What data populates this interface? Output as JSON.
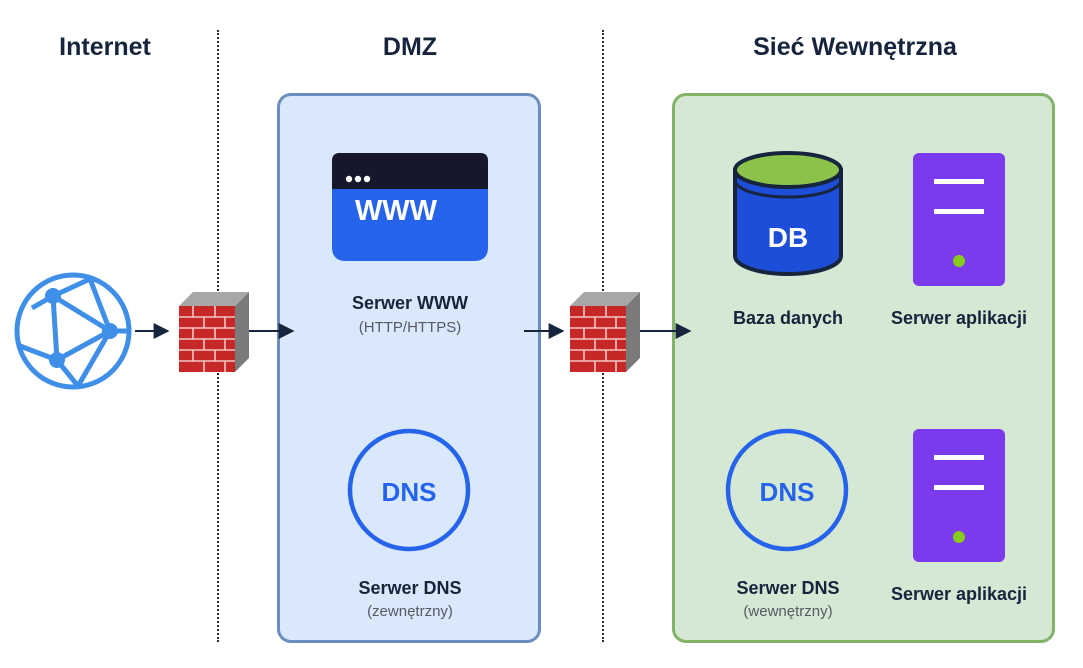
{
  "zones": {
    "internet": {
      "title": "Internet"
    },
    "dmz": {
      "title": "DMZ",
      "fill": "#dae8fc",
      "border": "#6c8ebf"
    },
    "internal": {
      "title": "Sieć Wewnętrzna",
      "fill": "#d5e8d4",
      "border": "#82b366"
    }
  },
  "nodes": {
    "web_server": {
      "label": "Serwer WWW",
      "sublabel": "(HTTP/HTTPS)",
      "icon_text": "WWW"
    },
    "dns_external": {
      "label": "Serwer DNS",
      "sublabel": "(zewnętrzny)",
      "icon_text": "DNS"
    },
    "database": {
      "label": "Baza danych",
      "icon_text": "DB"
    },
    "app_server_1": {
      "label": "Serwer aplikacji"
    },
    "dns_internal": {
      "label": "Serwer DNS",
      "sublabel": "(wewnętrzny)",
      "icon_text": "DNS"
    },
    "app_server_2": {
      "label": "Serwer aplikacji"
    }
  },
  "icons": {
    "internet": "globe-network-icon",
    "firewall": "firewall-brick-icon",
    "web": "browser-window-icon",
    "dns": "dns-circle-icon",
    "database": "database-cylinder-icon",
    "server": "server-tower-icon"
  },
  "colors": {
    "text": "#16243d",
    "globe": "#3f8fe8",
    "browser_bar": "#16172a",
    "browser_body": "#2563eb",
    "dns": "#2563eb",
    "db_body": "#1d4ed8",
    "db_top": "#8bc34a",
    "server": "#7c3aed",
    "server_led": "#84cc16",
    "brick": "#c62828",
    "arrow": "#16243d"
  }
}
